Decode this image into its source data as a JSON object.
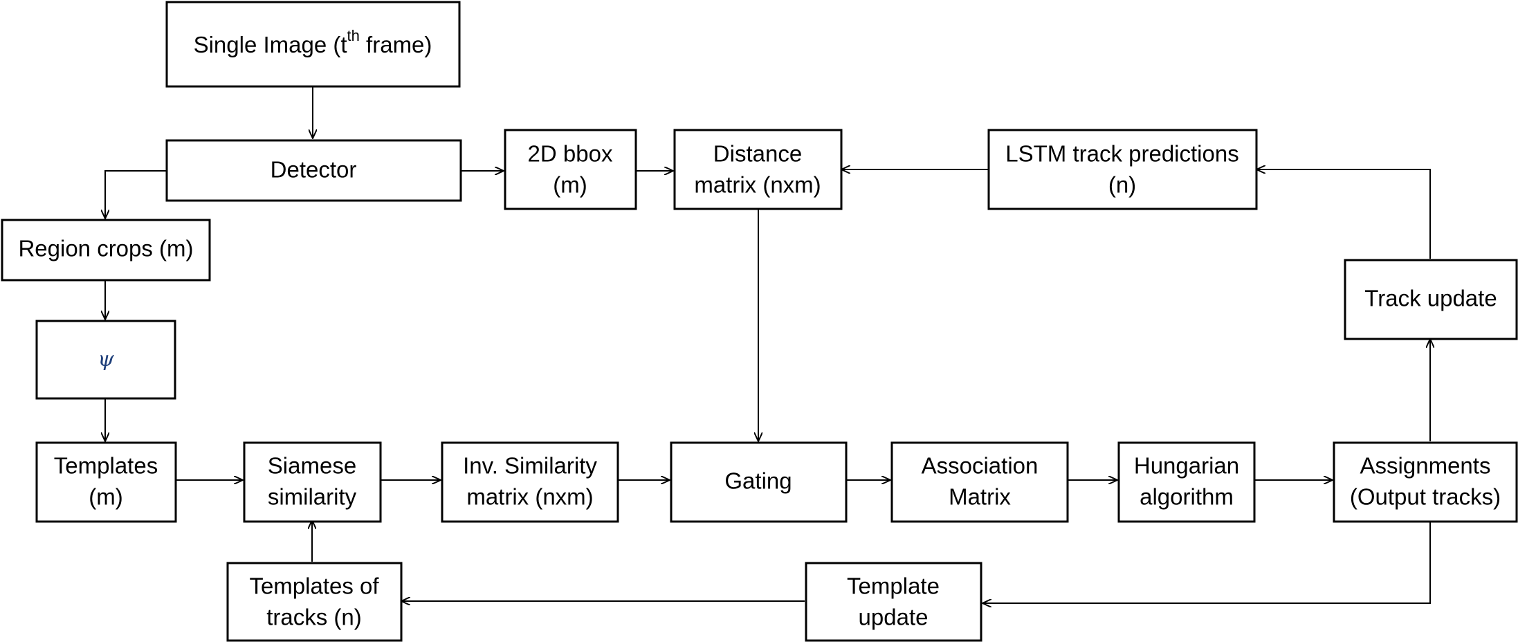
{
  "nodes": {
    "single_image": {
      "lines": [
        "Single Image (t",
        "th",
        " frame)"
      ]
    },
    "detector": {
      "lines": [
        "Detector"
      ]
    },
    "bbox2d": {
      "lines": [
        "2D bbox",
        "(m)"
      ]
    },
    "distance_matrix": {
      "lines": [
        "Distance",
        "matrix (nxm)"
      ]
    },
    "lstm": {
      "lines": [
        "LSTM track predictions",
        "(n)"
      ]
    },
    "region_crops": {
      "lines": [
        "Region crops (m)"
      ]
    },
    "psi": {
      "lines": [
        "ψ"
      ]
    },
    "track_update": {
      "lines": [
        "Track update"
      ]
    },
    "templates": {
      "lines": [
        "Templates",
        "(m)"
      ]
    },
    "siamese": {
      "lines": [
        "Siamese",
        "similarity"
      ]
    },
    "inv_sim": {
      "lines": [
        "Inv. Similarity",
        "matrix (nxm)"
      ]
    },
    "gating": {
      "lines": [
        "Gating"
      ]
    },
    "association": {
      "lines": [
        "Association",
        "Matrix"
      ]
    },
    "hungarian": {
      "lines": [
        "Hungarian",
        "algorithm"
      ]
    },
    "assignments": {
      "lines": [
        "Assignments",
        "(Output tracks)"
      ]
    },
    "templates_tracks": {
      "lines": [
        "Templates of",
        "tracks (n)"
      ]
    },
    "template_update": {
      "lines": [
        "Template",
        "update"
      ]
    }
  },
  "colors": {
    "stroke": "#000000",
    "fill": "#ffffff",
    "psi_symbol": "#1f3f7a"
  }
}
